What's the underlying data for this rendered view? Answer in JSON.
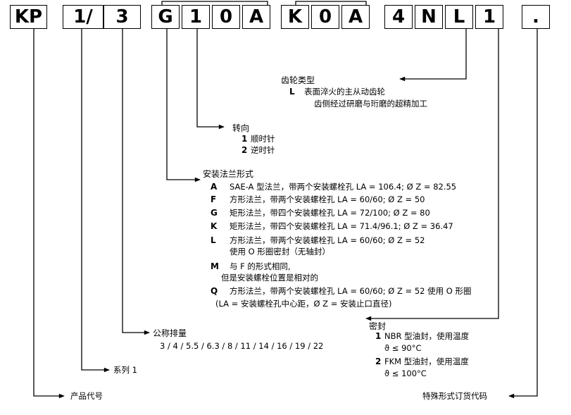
{
  "code_cells": [
    "KP",
    "1/",
    "3",
    "G",
    "1",
    "0",
    "A",
    "K",
    "0",
    "A",
    "4",
    "N",
    "L",
    "1",
    "."
  ],
  "gear_type": {
    "title": "齿轮类型",
    "key": "L",
    "line1": "表面淬火的主从动齿轮",
    "line2": "齿侧经过研磨与珩磨的超精加工"
  },
  "rotation": {
    "title": "转向",
    "items": [
      {
        "key": "1",
        "text": "顺时针"
      },
      {
        "key": "2",
        "text": "逆时针"
      }
    ]
  },
  "flange": {
    "title": "安装法兰形式",
    "items": [
      {
        "key": "A",
        "text": "SAE-A 型法兰，带两个安装螺栓孔 LA = 106.4; Ø Z = 82.55"
      },
      {
        "key": "F",
        "text": "方形法兰，带两个安装螺栓孔 LA = 60/60; Ø Z = 50"
      },
      {
        "key": "G",
        "text": "矩形法兰，带四个安装螺栓孔 LA = 72/100; Ø Z = 80"
      },
      {
        "key": "K",
        "text": "矩形法兰，带四个安装螺栓孔 LA = 71.4/96.1; Ø Z = 36.47"
      },
      {
        "key": "L",
        "text": "方形法兰，带两个安装螺栓孔 LA = 60/60; Ø Z = 52",
        "text2": "使用 O 形圈密封（无轴封）"
      },
      {
        "key": "M",
        "text": "与 F 的形式相同,",
        "text2": "但是安装螺栓位置是相对的"
      },
      {
        "key": "Q",
        "text": "方形法兰，带两个安装螺栓孔 LA = 60/60; Ø Z = 52 使用 O 形圈"
      }
    ],
    "footnote": "(LA = 安装螺栓孔中心距，Ø Z = 安装止口直径)"
  },
  "displacement": {
    "title": "公称排量",
    "values": "3 / 4 / 5.5 / 6.3 / 8 / 11 / 14 / 16 / 19 / 22"
  },
  "series": {
    "label": "系列 1"
  },
  "product_code": {
    "label": "产品代号"
  },
  "seal": {
    "title": "密封",
    "items": [
      {
        "key": "1",
        "text": "NBR 型油封，使用温度",
        "temp": "ϑ ≤ 90°C"
      },
      {
        "key": "2",
        "text": "FKM 型油封，使用温度",
        "temp": "ϑ ≤ 100°C"
      }
    ]
  },
  "special": {
    "label": "特殊形式订货代码"
  }
}
